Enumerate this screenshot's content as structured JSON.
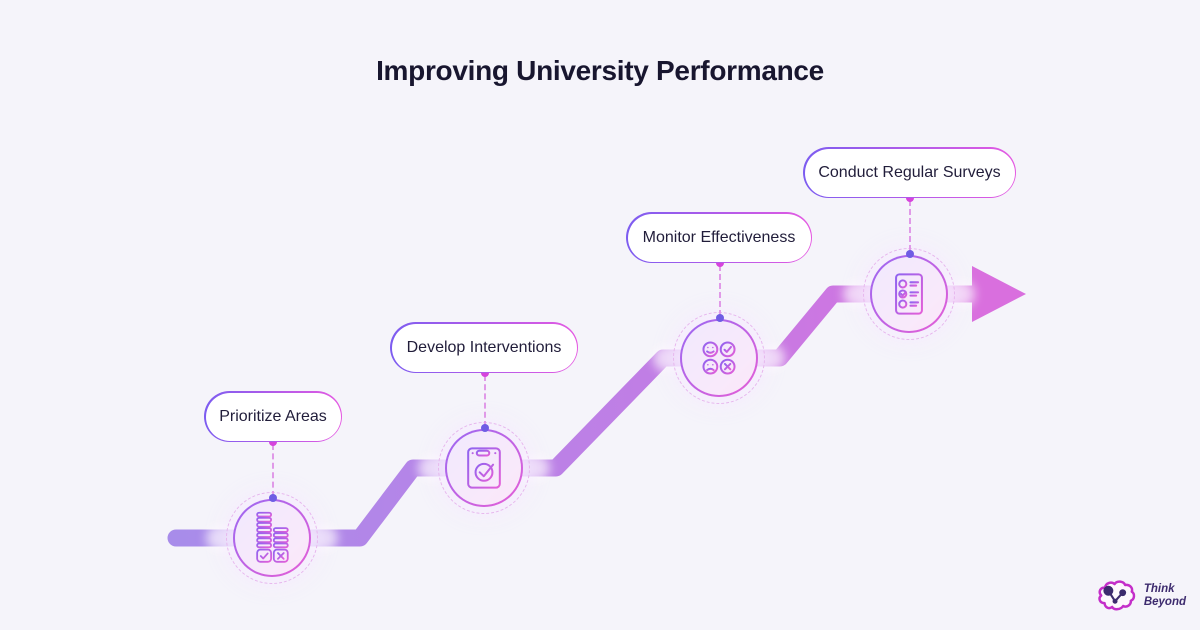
{
  "title": "Improving University Performance",
  "steps": [
    {
      "label": "Prioritize Areas",
      "icon": "priority-bars-icon"
    },
    {
      "label": "Develop Interventions",
      "icon": "browser-check-icon"
    },
    {
      "label": "Monitor Effectiveness",
      "icon": "feedback-faces-icon"
    },
    {
      "label": "Conduct Regular Surveys",
      "icon": "survey-checklist-icon"
    }
  ],
  "brand": {
    "line1": "Think",
    "line2": "Beyond"
  },
  "colors": {
    "background": "#f5f4fa",
    "title_text": "#18162f",
    "arrow_start": "#a88cea",
    "arrow_end": "#d96fde",
    "pill_border_left": "#7c5cf0",
    "pill_border_right": "#e55ae2",
    "connector_dash": "#e09ae8",
    "dot_pill": "#d644dc",
    "dot_node": "#6f5ce4",
    "logo_cloud": "#c42ec9",
    "logo_text": "#3d2b6e"
  }
}
